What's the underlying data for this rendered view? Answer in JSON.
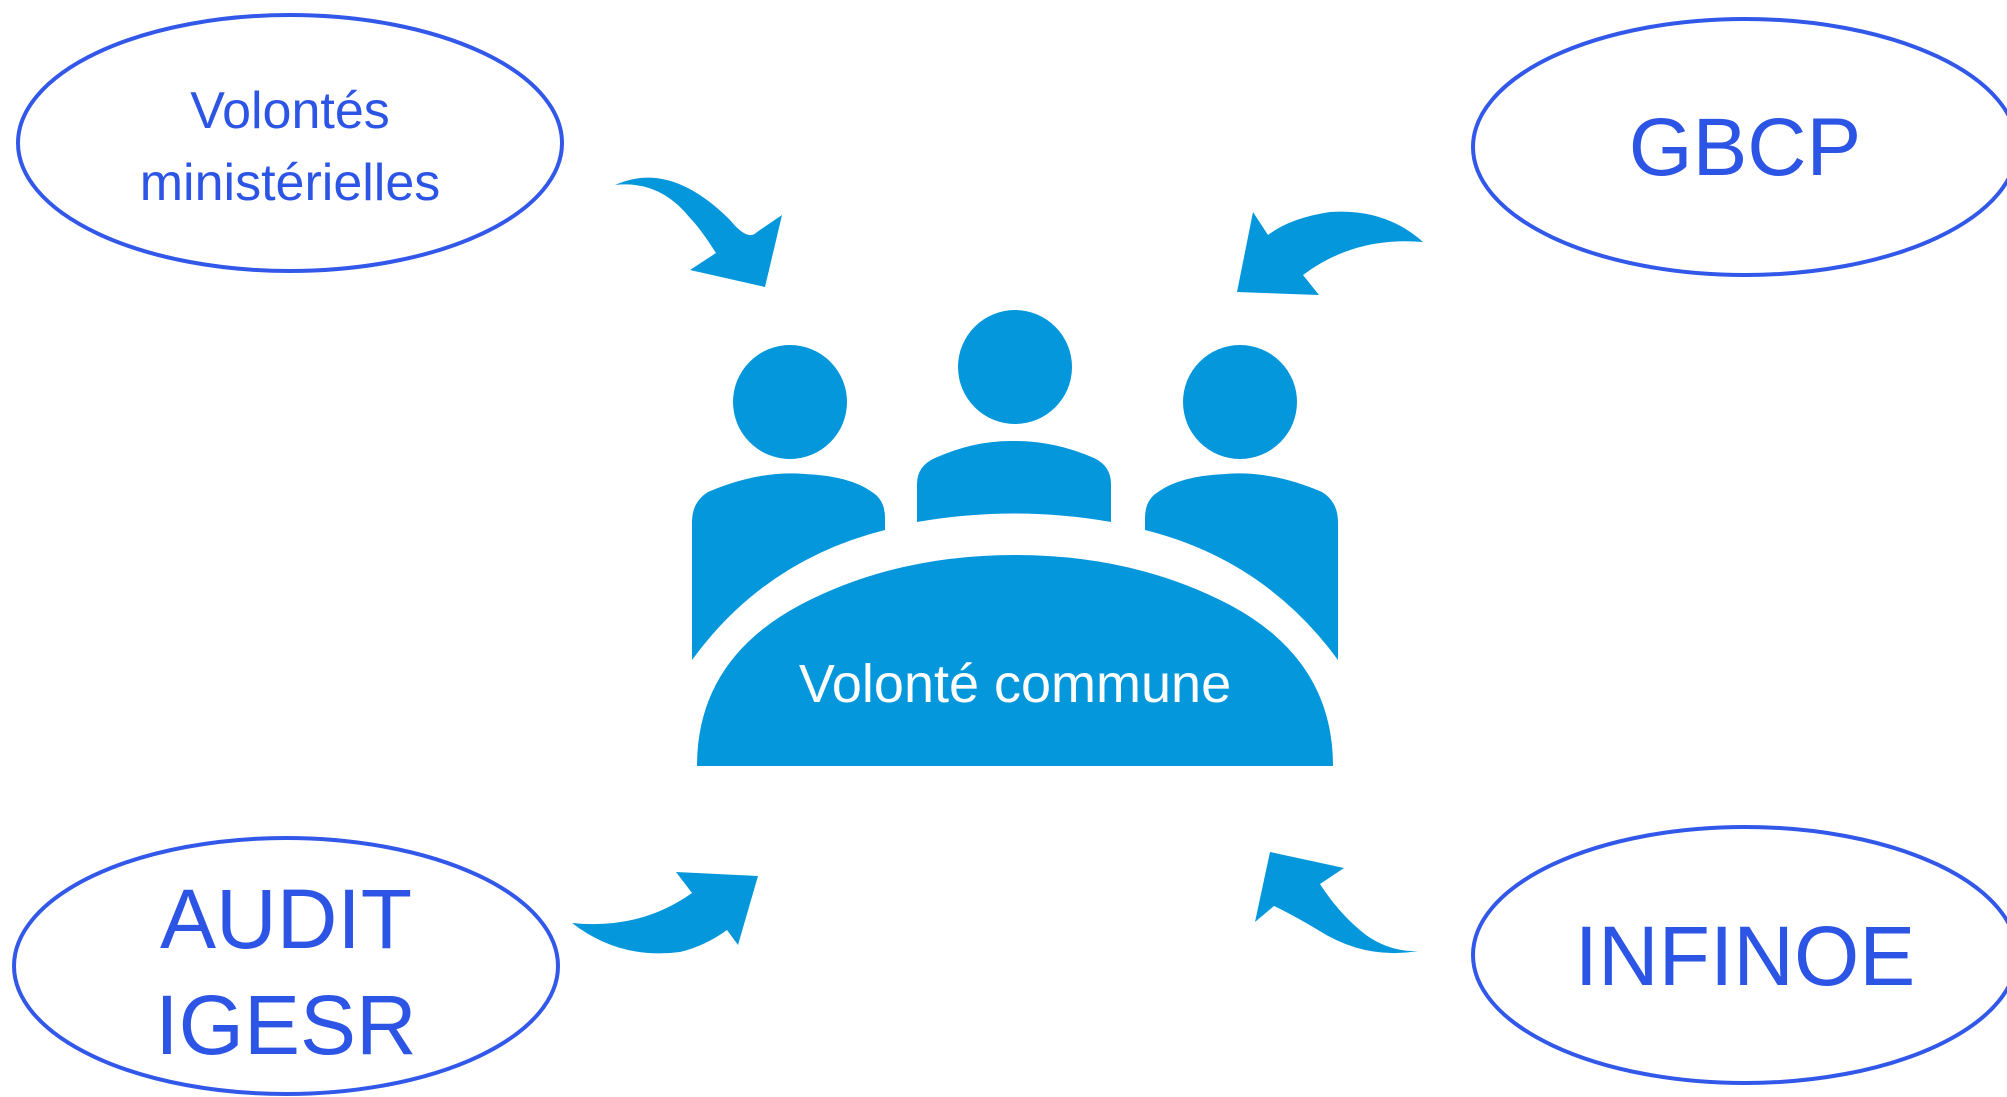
{
  "nodes": {
    "volontes": {
      "lines": [
        "Volontés",
        "ministérielles"
      ]
    },
    "gbcp": {
      "lines": [
        "GBCP"
      ]
    },
    "audit": {
      "lines": [
        "AUDIT",
        "IGESR"
      ]
    },
    "infinoe": {
      "lines": [
        "INFINOE"
      ]
    }
  },
  "center": {
    "label": "Volonté commune",
    "icon": "meeting-table-group-icon"
  },
  "colors": {
    "oval_stroke": "#3258ea",
    "oval_text": "#2c55e6",
    "icon_fill": "#0497db",
    "center_text": "#ffffff"
  }
}
